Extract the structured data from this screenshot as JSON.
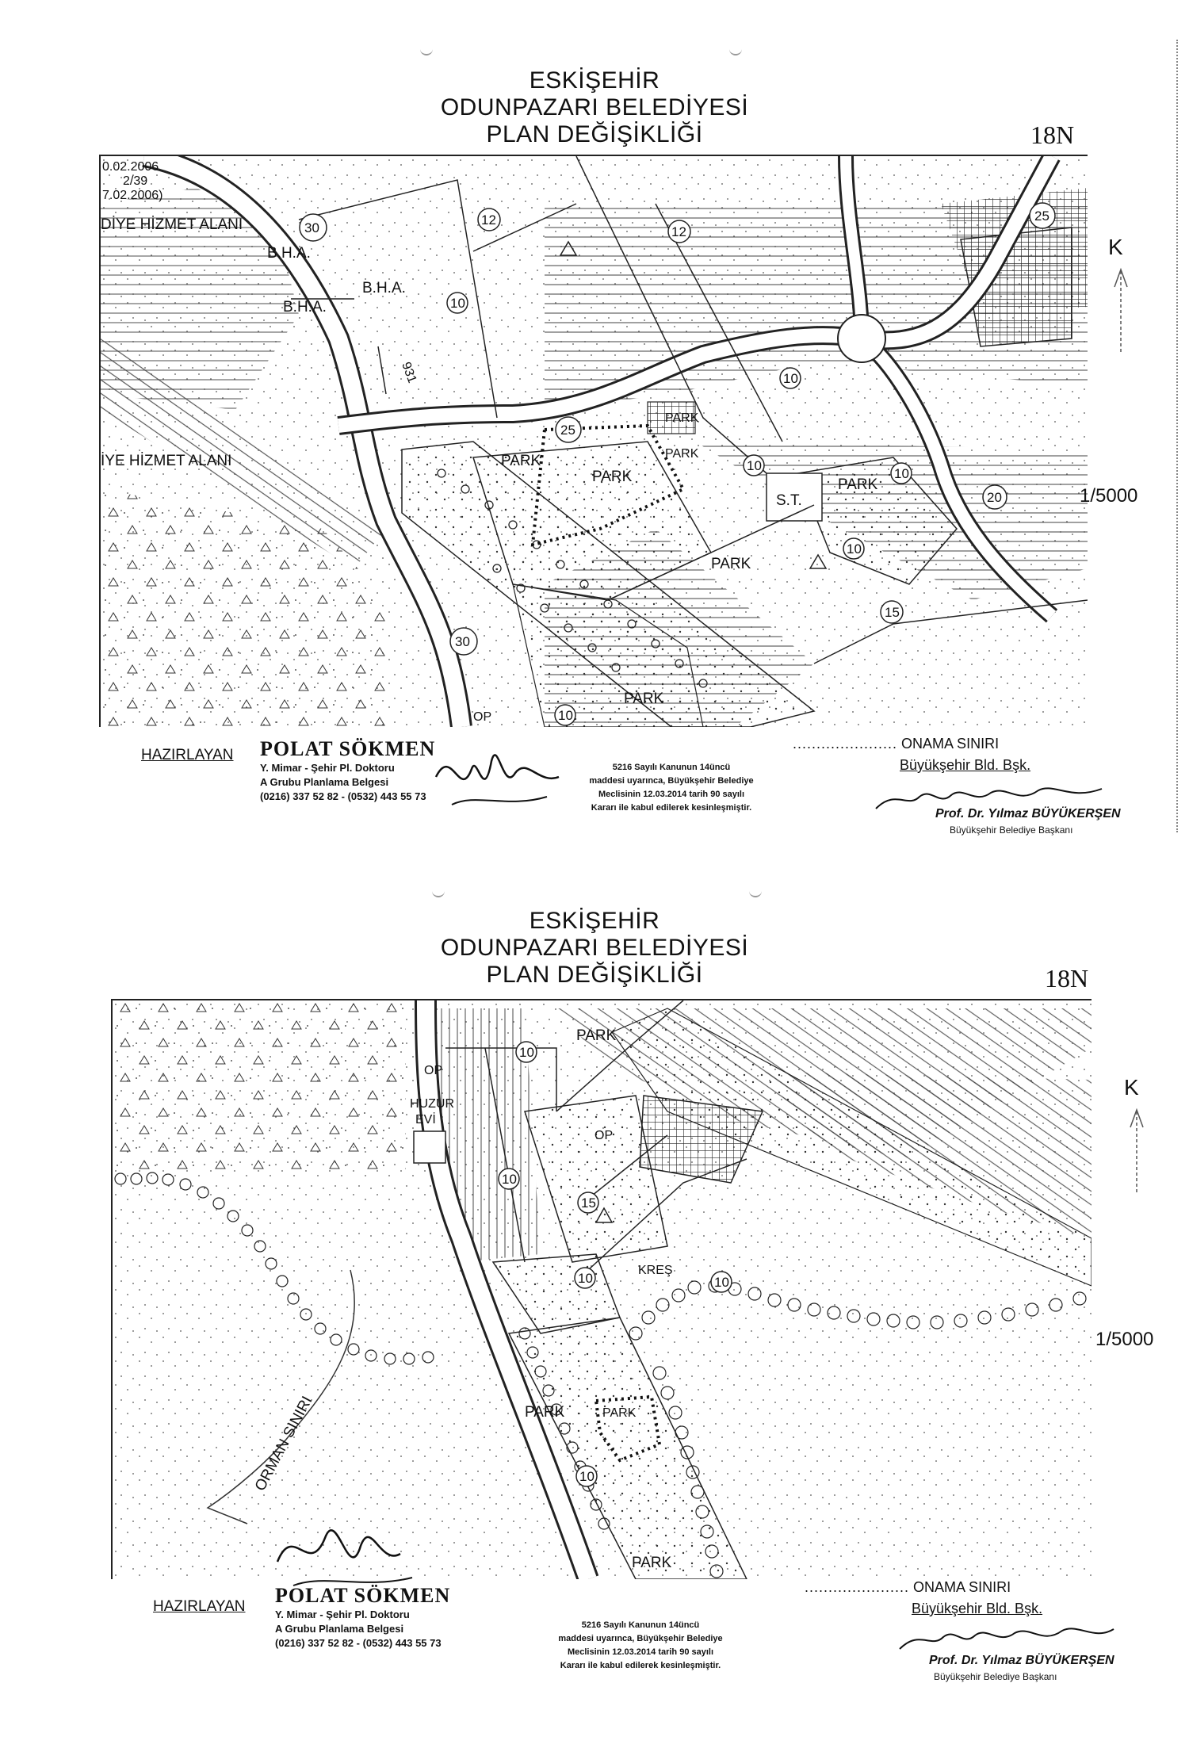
{
  "sheets": [
    {
      "title_lines": [
        "ESKİŞEHİR",
        "ODUNPAZARI BELEDİYESİ",
        "PLAN DEĞİŞİKLİĞİ"
      ],
      "sheet_no": "18N",
      "north": "K",
      "scale": "1/5000",
      "map_labels": {
        "top_left_1": "0.02.2006",
        "top_left_2": "2/39",
        "top_left_3": "7.02.2006)",
        "hizmet_1": "DİYE HİZMET ALANI",
        "hizmet_2": "İYE HİZMET ALANI",
        "bha_1": "B.H.A.",
        "bha_2": "B.H.A.",
        "bha_3": "B.H.A.",
        "park_1": "PARK",
        "park_2": "PARK",
        "park_3": "PARK",
        "park_4": "PARK",
        "park_5": "PARK",
        "park_6": "PARK",
        "park_7": "PARK",
        "st": "S.T.",
        "op": "OP",
        "road_931": "931",
        "n30a": "30",
        "n30b": "30",
        "n25a": "25",
        "n25b": "25",
        "n20": "20",
        "n15": "15",
        "n12a": "12",
        "n12b": "12",
        "n10a": "10",
        "n10b": "10",
        "n10c": "10",
        "n10d": "10",
        "n10e": "10",
        "n10f": "10"
      },
      "prepared_label": "HAZIRLAYAN",
      "planner": {
        "name": "POLAT SÖKMEN",
        "title": "Y. Mimar - Şehir Pl. Doktoru",
        "certificate": "A Grubu Planlama Belgesi",
        "phone": "(0216) 337 52 82 - (0532) 443 55 73"
      },
      "decision_text": [
        "5216 Sayılı Kanunun 14üncü",
        "maddesi uyarınca, Büyükşehir Belediye",
        "Meclisinin 12.03.2014 tarih 90 sayılı",
        "Kararı ile kabul edilerek kesinleşmiştir."
      ],
      "approval_label": "ONAMA SINIRI",
      "approval_dots": "......................",
      "office": "Büyükşehir Bld. Bşk.",
      "mayor_name": "Prof. Dr. Yılmaz BÜYÜKERŞEN",
      "mayor_role": "Büyükşehir Belediye Başkanı"
    },
    {
      "title_lines": [
        "ESKİŞEHİR",
        "ODUNPAZARI BELEDİYESİ",
        "PLAN DEĞİŞİKLİĞİ"
      ],
      "sheet_no": "18N",
      "north": "K",
      "scale": "1/5000",
      "map_labels": {
        "park_1": "PARK",
        "park_2": "PARK",
        "park_3": "PARK",
        "park_4": "PARK",
        "op_1": "OP",
        "op_2": "OP",
        "huzur": "HUZUR",
        "evi": "EVİ",
        "kres": "KREŞ",
        "orman": "ORMAN SINIRI",
        "n10a": "10",
        "n10b": "10",
        "n10c": "10",
        "n10d": "10",
        "n10e": "10",
        "n15": "15"
      },
      "prepared_label": "HAZIRLAYAN",
      "planner": {
        "name": "POLAT SÖKMEN",
        "title": "Y. Mimar - Şehir Pl. Doktoru",
        "certificate": "A Grubu Planlama Belgesi",
        "phone": "(0216) 337 52 82 - (0532) 443 55 73"
      },
      "decision_text": [
        "5216 Sayılı Kanunun 14üncü",
        "maddesi uyarınca, Büyükşehir Belediye",
        "Meclisinin 12.03.2014 tarih 90 sayılı",
        "Kararı ile kabul edilerek kesinleşmiştir."
      ],
      "approval_label": "ONAMA SINIRI",
      "approval_dots": "......................",
      "office": "Büyükşehir Bld. Bşk.",
      "mayor_name": "Prof. Dr. Yılmaz BÜYÜKERŞEN",
      "mayor_role": "Büyükşehir Belediye Başkanı"
    }
  ],
  "colors": {
    "ink": "#111111",
    "map_fill": "#f4f4f4",
    "hatch": "#333333",
    "road": "#222222"
  }
}
